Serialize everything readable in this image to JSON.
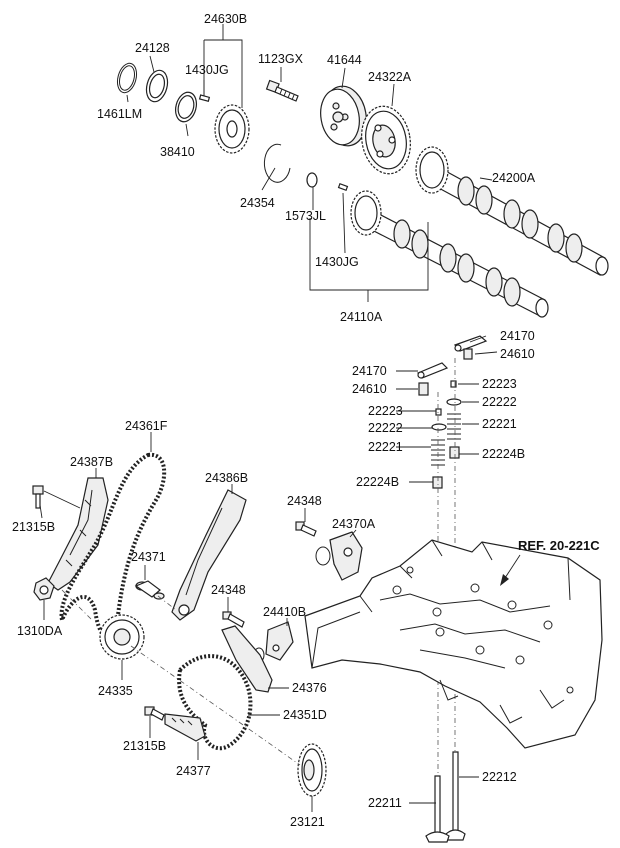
{
  "labels": {
    "p24630B": "24630B",
    "p24128": "24128",
    "p1430JG_top": "1430JG",
    "p1123GX": "1123GX",
    "p41644": "41644",
    "p24322A": "24322A",
    "p1461LM": "1461LM",
    "p38410": "38410",
    "p24200A": "24200A",
    "p24354": "24354",
    "p1573JL": "1573JL",
    "p1430JG_mid": "1430JG",
    "p24110A": "24110A",
    "p24170_r": "24170",
    "p24610_r": "24610",
    "p24170_l": "24170",
    "p24610_l": "24610",
    "p22223_r": "22223",
    "p22222_r": "22222",
    "p22223_l": "22223",
    "p22222_l": "22222",
    "p22221_r": "22221",
    "p22221_l": "22221",
    "p22224B_r": "22224B",
    "p22224B_l": "22224B",
    "p24361F": "24361F",
    "p24387B": "24387B",
    "p24386B": "24386B",
    "p24348_r": "24348",
    "p21315B_top": "21315B",
    "p24370A": "24370A",
    "ref": "REF. 20-221C",
    "p24371": "24371",
    "p24348_m": "24348",
    "p1310DA": "1310DA",
    "p24410B": "24410B",
    "p24335": "24335",
    "p24376": "24376",
    "p24351D": "24351D",
    "p21315B_bot": "21315B",
    "p24377": "24377",
    "p22212": "22212",
    "p22211": "22211",
    "p23121": "23121"
  }
}
